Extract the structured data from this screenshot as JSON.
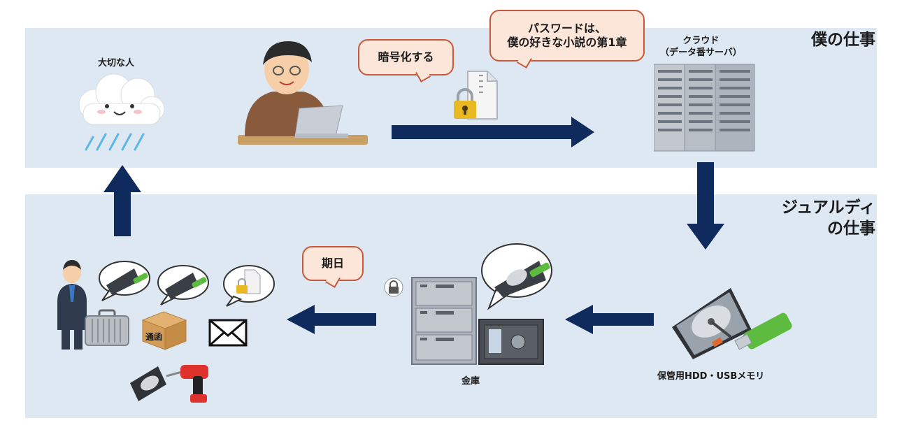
{
  "colors": {
    "band": "#dde8f3",
    "arrow": "#0f2a5c",
    "callout_fill": "#fbe6d9",
    "callout_border": "#c7593a",
    "usb_green": "#5dbb3f",
    "lock_gold": "#e8b923",
    "drill_red": "#e0322c"
  },
  "sections": {
    "my_work": "僕の仕事",
    "agent_work_line1": "ジュアルディ",
    "agent_work_line2": "の仕事"
  },
  "labels": {
    "important_person": "大切な人",
    "cloud_line1": "クラウド",
    "cloud_line2": "（データ番サーバ）",
    "safe": "金庫",
    "storage": "保管用HDD・USBメモリ",
    "box_label": "通函"
  },
  "callouts": {
    "encrypt": "暗号化する",
    "password_line1": "パスワードは、",
    "password_line2": "僕の好きな小説の第1章",
    "deadline": "期日"
  },
  "icons": [
    "sad-cloud-icon",
    "man-with-laptop-icon",
    "locked-zip-file-icon",
    "server-rack-icon",
    "hard-drive-usb-icon",
    "filing-cabinet-safe-icon",
    "businessman-icon",
    "briefcase-icon",
    "cardboard-box-icon",
    "envelope-icon",
    "drill-destroying-hdd-icon"
  ]
}
